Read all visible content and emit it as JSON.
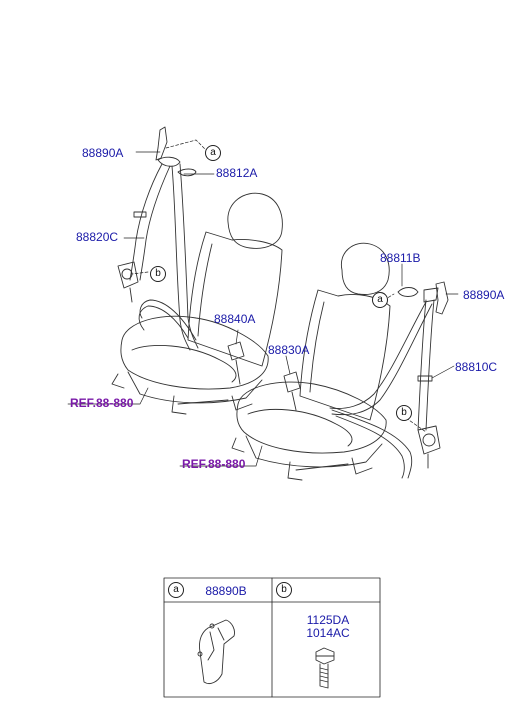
{
  "parts": {
    "p88890A_left": "88890A",
    "p88812A": "88812A",
    "p88820C": "88820C",
    "p88840A": "88840A",
    "p88830A": "88830A",
    "p88811B": "88811B",
    "p88890A_right": "88890A",
    "p88810C": "88810C"
  },
  "refs": {
    "ref_left": "REF.88-880",
    "ref_right": "REF.88-880"
  },
  "callouts": {
    "a_top": "a",
    "b_left": "b",
    "a_right": "a",
    "b_right": "b"
  },
  "table": {
    "col_a_key": "a",
    "col_a_part": "88890B",
    "col_b_key": "b",
    "col_b_part1": "1125DA",
    "col_b_part2": "1014AC"
  },
  "colors": {
    "label_blue": "#1a1aa8",
    "ref_purple": "#7a1aa8",
    "line": "#333333"
  }
}
